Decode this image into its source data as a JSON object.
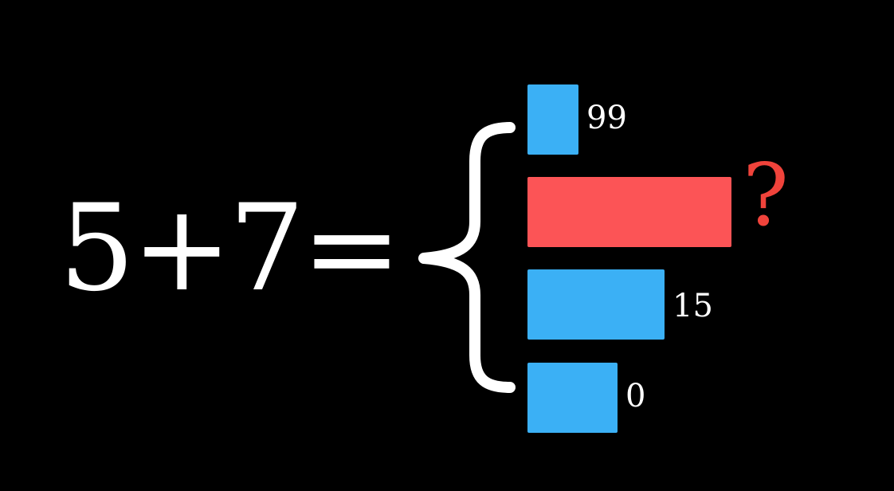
{
  "equation": {
    "left": "5",
    "plus": "+",
    "right": "7",
    "equals": "="
  },
  "options": [
    {
      "label": "99",
      "value": 0.25,
      "color": "#3bb0f5",
      "highlight": false
    },
    {
      "label": "",
      "value": 1.0,
      "color": "#fc5456",
      "highlight": true
    },
    {
      "label": "15",
      "value": 0.67,
      "color": "#3bb0f5",
      "highlight": false
    },
    {
      "label": "0",
      "value": 0.44,
      "color": "#3bb0f5",
      "highlight": false
    }
  ],
  "question_mark": {
    "text": "?",
    "color": "#f0433b"
  },
  "colors": {
    "background": "#000000",
    "text": "#ffffff",
    "brace": "#ffffff"
  },
  "icons": {
    "brace": "curly-brace-icon"
  }
}
